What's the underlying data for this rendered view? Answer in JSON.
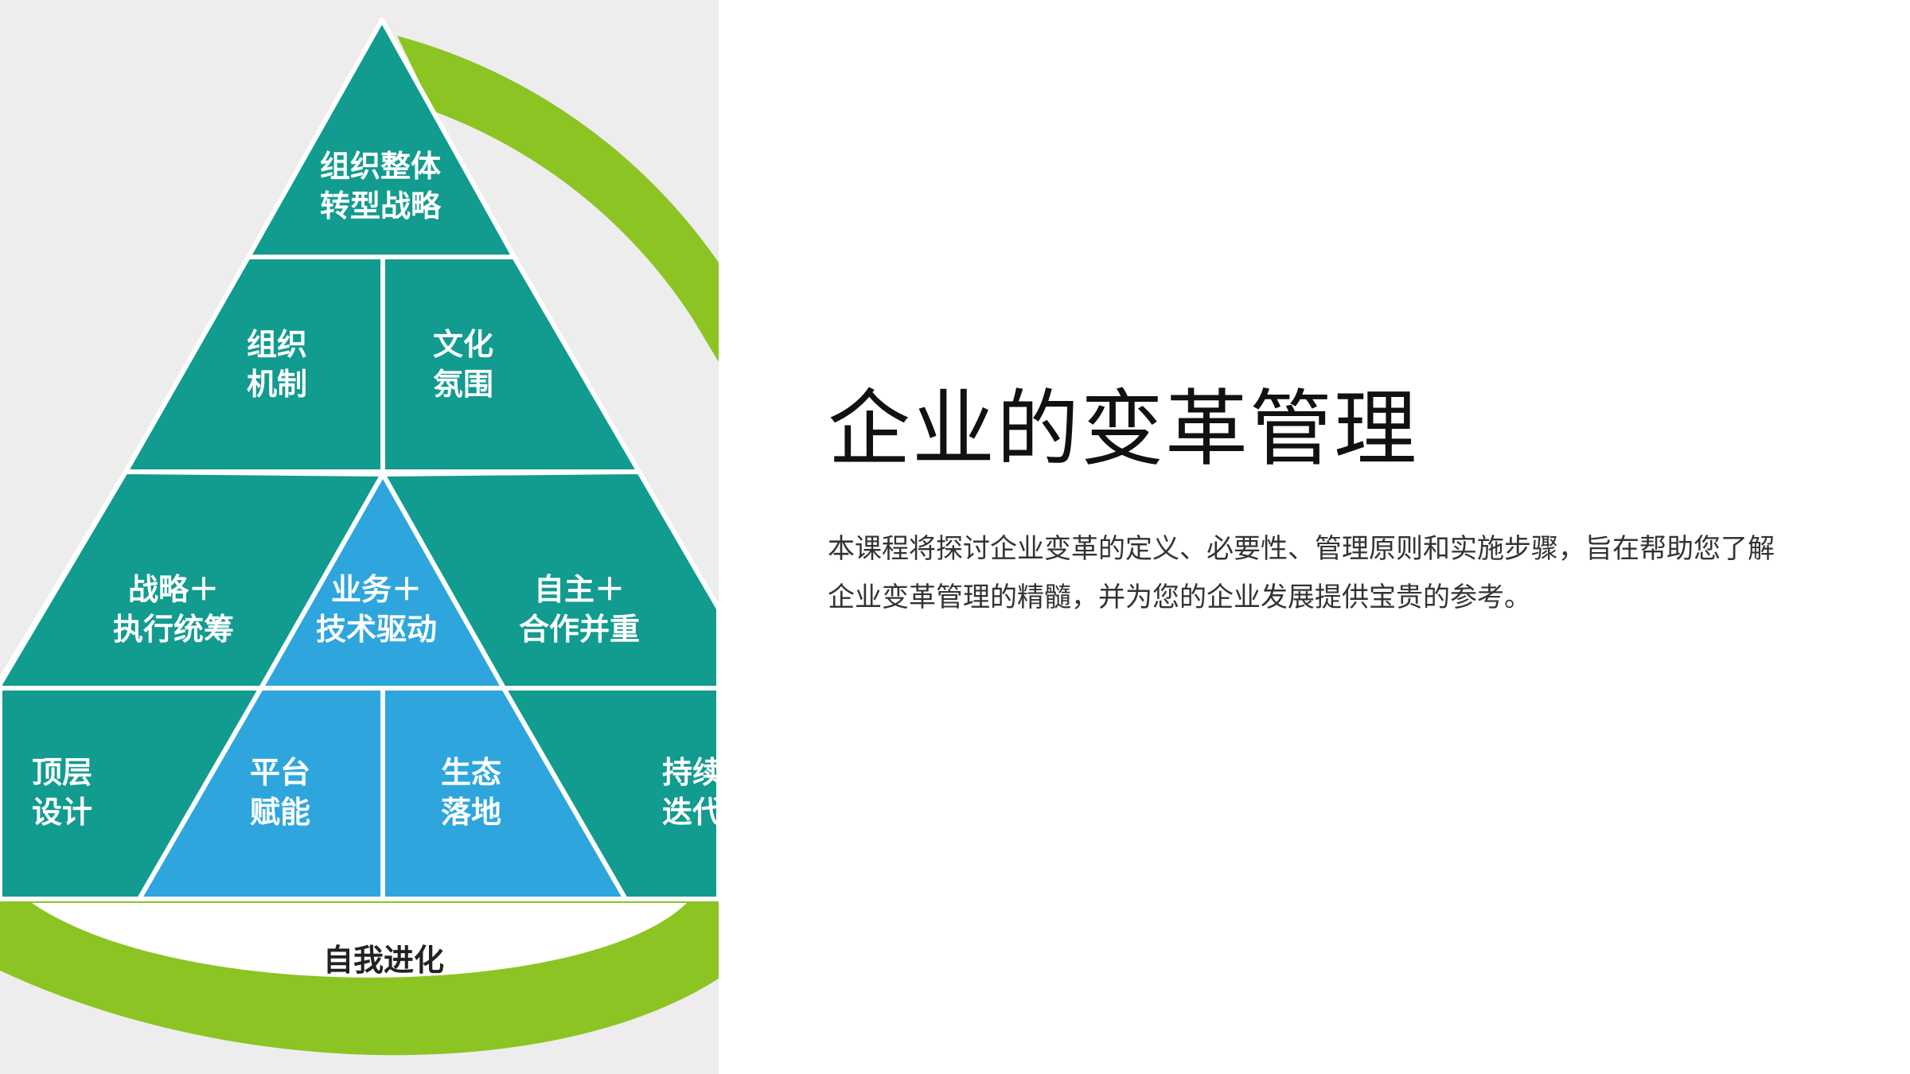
{
  "slide": {
    "title": "企业的变革管理",
    "description": "本课程将探讨企业变革的定义、必要性、管理原则和实施步骤，旨在帮助您了解企业变革管理的精髓，并为您的企业发展提供宝贵的参考。"
  },
  "diagram": {
    "colors": {
      "teal": "#129b8f",
      "blue": "#2ea6dd",
      "ring": "#8cc423",
      "background": "#ededed",
      "separator": "#ffffff"
    },
    "apex": {
      "line1": "组织整体",
      "line2": "转型战略"
    },
    "second_row": [
      {
        "line1": "组织",
        "line2": "机制"
      },
      {
        "line1": "文化",
        "line2": "氛围"
      }
    ],
    "third_row": [
      {
        "line1": "战略＋",
        "line2": "执行统筹"
      },
      {
        "line1": "业务＋",
        "line2": "技术驱动"
      },
      {
        "line1": "自主＋",
        "line2": "合作并重"
      }
    ],
    "bottom_row": [
      {
        "line1": "顶层",
        "line2": "设计"
      },
      {
        "line1": "平台",
        "line2": "赋能"
      },
      {
        "line1": "生态",
        "line2": "落地"
      },
      {
        "line1": "持续",
        "line2": "迭代"
      }
    ],
    "base_label": "自我进化"
  }
}
